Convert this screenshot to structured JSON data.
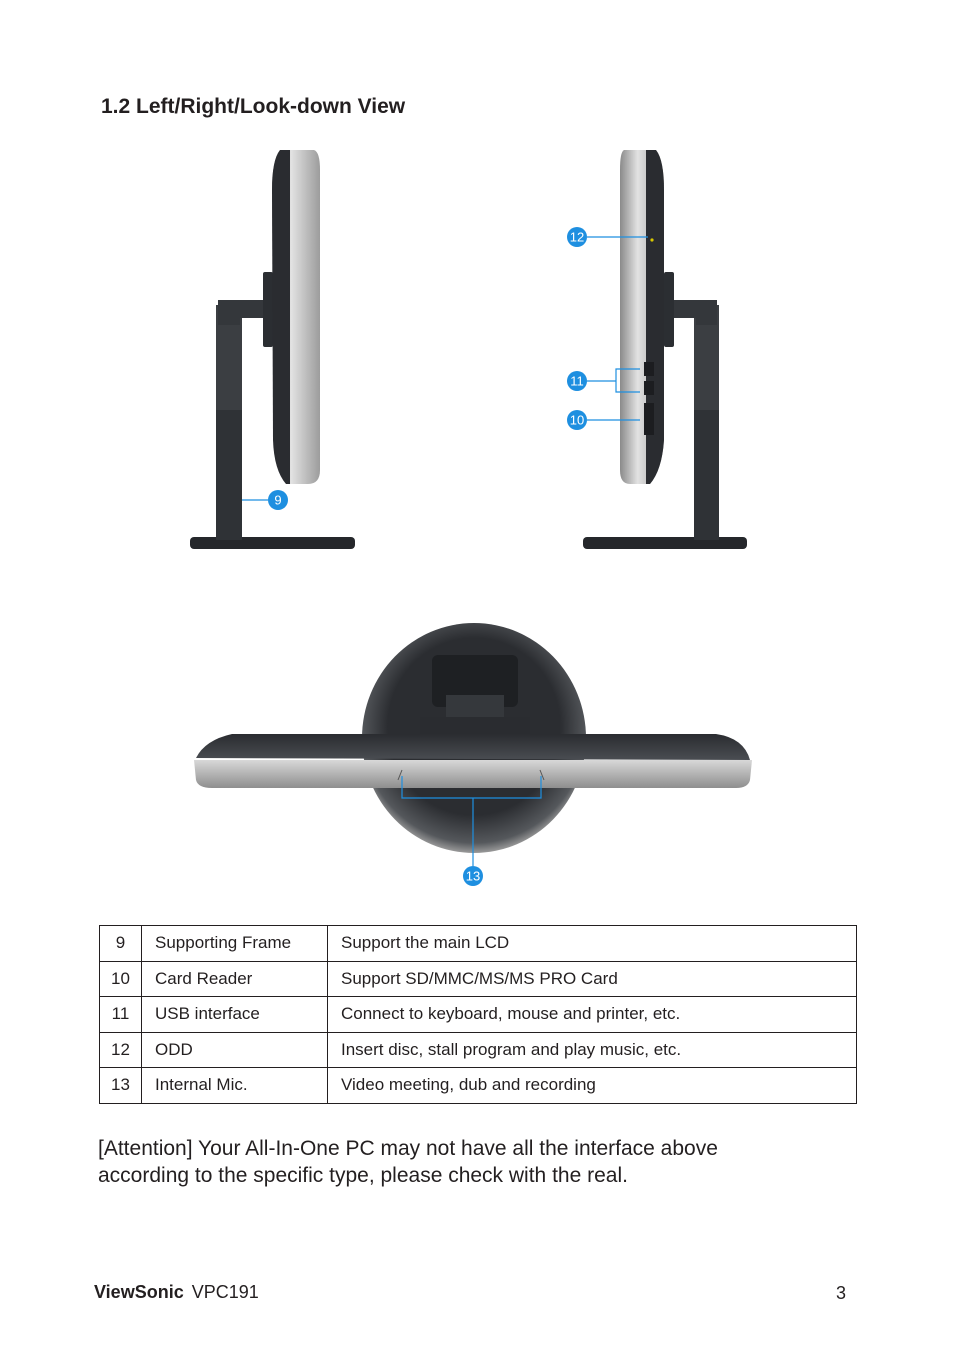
{
  "section_title": "1.2 Left/Right/Look-down View",
  "callouts": {
    "c9": "9",
    "c10": "10",
    "c11": "11",
    "c12": "12",
    "c13": "13"
  },
  "table": {
    "rows": [
      {
        "num": "9",
        "name": "Supporting Frame",
        "desc": "Support the main LCD"
      },
      {
        "num": "10",
        "name": "Card Reader",
        "desc": "Support SD/MMC/MS/MS PRO Card"
      },
      {
        "num": "11",
        "name": "USB interface",
        "desc": "Connect to keyboard, mouse and printer, etc."
      },
      {
        "num": "12",
        "name": "ODD",
        "desc": "Insert disc, stall program and play music, etc."
      },
      {
        "num": "13",
        "name": "Internal Mic.",
        "desc": "Video meeting, dub and recording"
      }
    ]
  },
  "note": {
    "line1": "[Attention]  Your All-In-One PC  may not have all the interface above",
    "line2": "according to the specific type, please check with the real."
  },
  "footer": {
    "brand": "ViewSonic",
    "model": "VPC191",
    "page": "3"
  },
  "colors": {
    "callout": "#1e8fe0",
    "text": "#231f20"
  }
}
